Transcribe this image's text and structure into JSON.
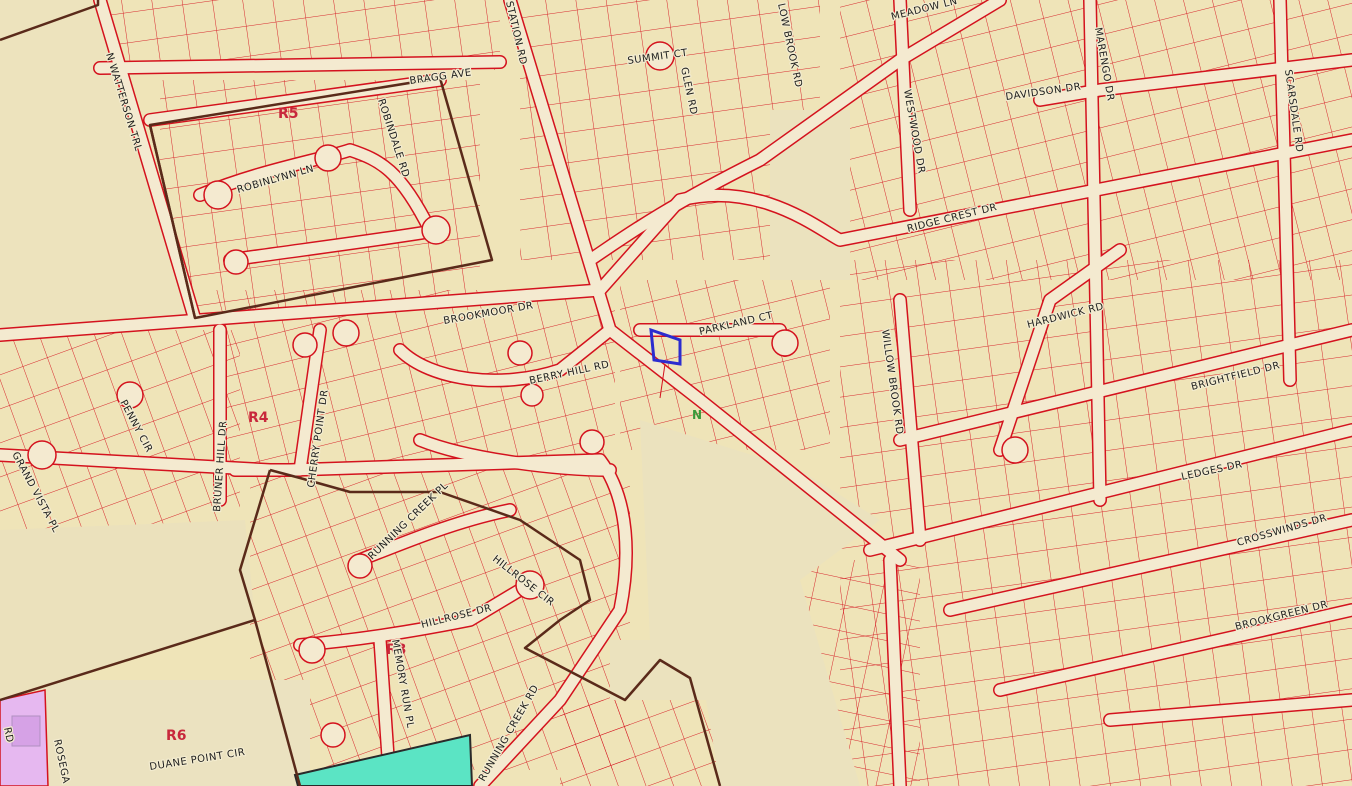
{
  "map": {
    "colors": {
      "background": "#efe4b8",
      "road": "#f4ead0",
      "parcel_line": "#d4121e",
      "zoning_line": "#5a2a1a",
      "selected_parcel": "#2c2ccf",
      "zone_label": "#c8283c",
      "zone_purple": "#e6b8f0",
      "zone_teal": "#5be4c4",
      "north_marker": "#3a9a3a"
    },
    "zones": [
      {
        "id": "r5",
        "label": "R5"
      },
      {
        "id": "r4",
        "label": "R4"
      },
      {
        "id": "r6",
        "label": "R6"
      },
      {
        "id": "r3",
        "label": "R3"
      }
    ],
    "streets": [
      {
        "id": "bragg-ave",
        "label": "BRAGG AVE"
      },
      {
        "id": "n-watterson-trl",
        "label": "N WATTERSON TRL"
      },
      {
        "id": "robinlynn-ln",
        "label": "ROBINLYNN LN"
      },
      {
        "id": "robindale-rd",
        "label": "ROBINDALE RD"
      },
      {
        "id": "station-rd",
        "label": "STATION RD"
      },
      {
        "id": "summit-ct",
        "label": "SUMMIT CT"
      },
      {
        "id": "glen-rd",
        "label": "GLEN RD"
      },
      {
        "id": "willow-brook-rd-top",
        "label": "LOW BROOK RD"
      },
      {
        "id": "meadow-ln",
        "label": "MEADOW LN"
      },
      {
        "id": "westwood-dr",
        "label": "WESTWOOD DR"
      },
      {
        "id": "davidson-dr",
        "label": "DAVIDSON DR"
      },
      {
        "id": "marengo-dr",
        "label": "MARENGO DR"
      },
      {
        "id": "scarsdale-rd",
        "label": "SCARSDALE RD"
      },
      {
        "id": "ridge-crest-dr",
        "label": "RIDGE CREST DR"
      },
      {
        "id": "brookmoor-dr",
        "label": "BROOKMOOR DR"
      },
      {
        "id": "parkland-ct",
        "label": "PARKLAND CT"
      },
      {
        "id": "berry-hill-rd",
        "label": "BERRY HILL RD"
      },
      {
        "id": "hardwick-rd",
        "label": "HARDWICK RD"
      },
      {
        "id": "willow-brook-rd",
        "label": "WILLOW BROOK RD"
      },
      {
        "id": "brightfield-dr",
        "label": "BRIGHTFIELD DR"
      },
      {
        "id": "penny-cir",
        "label": "PENNY CIR"
      },
      {
        "id": "cherry-point-dr",
        "label": "CHERRY POINT DR"
      },
      {
        "id": "bruner-hill-dr",
        "label": "BRUNER HILL DR"
      },
      {
        "id": "grand-vista-pl",
        "label": "GRAND VISTA PL"
      },
      {
        "id": "running-creek-pl",
        "label": "RUNNING CREEK PL"
      },
      {
        "id": "hillrose-cir",
        "label": "HILLROSE CIR"
      },
      {
        "id": "hillrose-dr",
        "label": "HILLROSE DR"
      },
      {
        "id": "memory-run-pl",
        "label": "MEMORY RUN PL"
      },
      {
        "id": "running-creek-rd",
        "label": "RUNNING CREEK RD"
      },
      {
        "id": "ledges-dr",
        "label": "LEDGES DR"
      },
      {
        "id": "crosswinds-dr",
        "label": "CROSSWINDS DR"
      },
      {
        "id": "brookgreen-dr",
        "label": "BROOKGREEN DR"
      },
      {
        "id": "duane-point-cir",
        "label": "DUANE POINT CIR"
      },
      {
        "id": "rosega",
        "label": "ROSEGA"
      },
      {
        "id": "rd-left",
        "label": "RD"
      }
    ],
    "north_marker": "N"
  }
}
